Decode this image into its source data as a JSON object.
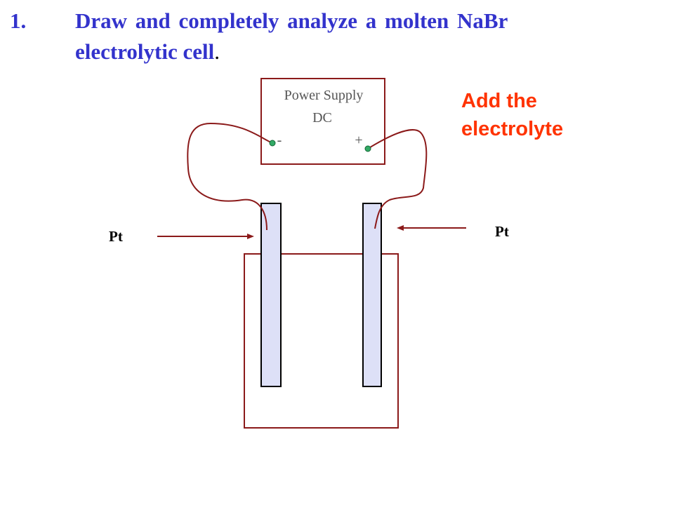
{
  "title": {
    "number": "1.",
    "line1": "Draw and completely analyze a molten NaBr",
    "line2": "electrolytic cell",
    "line2_end": "."
  },
  "power_supply": {
    "line1": "Power Supply",
    "line2": "DC",
    "negative": "-",
    "positive": "+"
  },
  "electrodes": {
    "left_label": "Pt",
    "right_label": "Pt"
  },
  "note": {
    "line1": "Add the",
    "line2": "electrolyte"
  },
  "colors": {
    "title": "#3333cc",
    "note": "#ff3300",
    "wire": "#8b1a1a",
    "electrode_fill": "#dde0f7",
    "terminal": "#33aa66"
  }
}
